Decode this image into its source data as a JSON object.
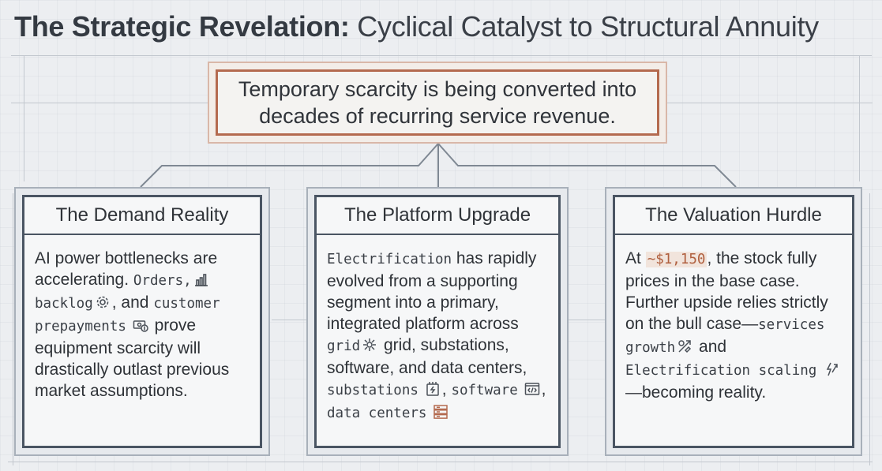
{
  "title": {
    "bold": "The Strategic Revelation:",
    "rest": " Cyclical Catalyst to Structural Annuity"
  },
  "revelation": {
    "line1": "Temporary scarcity is being converted into",
    "line2": "decades of recurring service revenue."
  },
  "panels": [
    {
      "title": "The Demand Reality",
      "t1": "AI power bottlenecks are accelerating. ",
      "m1": "Orders,",
      "icon1": "bar-chart-icon",
      "m2": "backlog",
      "icon2": "gear-icon",
      "t2": ", and ",
      "m3": "customer prepayments",
      "icon3": "money-icon",
      "t3": " prove equipment scarcity will drastically outlast previous market assumptions."
    },
    {
      "title": "The Platform Upgrade",
      "m1": "Electrification",
      "t1": " has rapidly evolved from a supporting segment into a primary, integrated platform across ",
      "m2": "grid",
      "icon1": "grid-node-icon",
      "t2": " grid, substations, software, and data centers,",
      "m3": "substations",
      "icon2": "substation-icon",
      "t3": ",",
      "m4": "software",
      "icon3": "code-window-icon",
      "t4": ",",
      "m5": "data centers",
      "icon4": "server-rack-icon"
    },
    {
      "title": "The Valuation Hurdle",
      "t1": "At ",
      "price": "~$1,150",
      "t2": ", the stock fully prices in the base case. Further upside relies strictly on the bull case—",
      "m1": "services growth",
      "icon1": "growth-tools-icon",
      "t3": " and ",
      "m2": "Electrification scaling",
      "icon2": "lightning-scale-icon",
      "t4": " —becoming reality."
    }
  ],
  "colors": {
    "background": "#eceef1",
    "accent": "#b46a4f",
    "panel_border": "#4a5563",
    "text": "#2f3338"
  }
}
